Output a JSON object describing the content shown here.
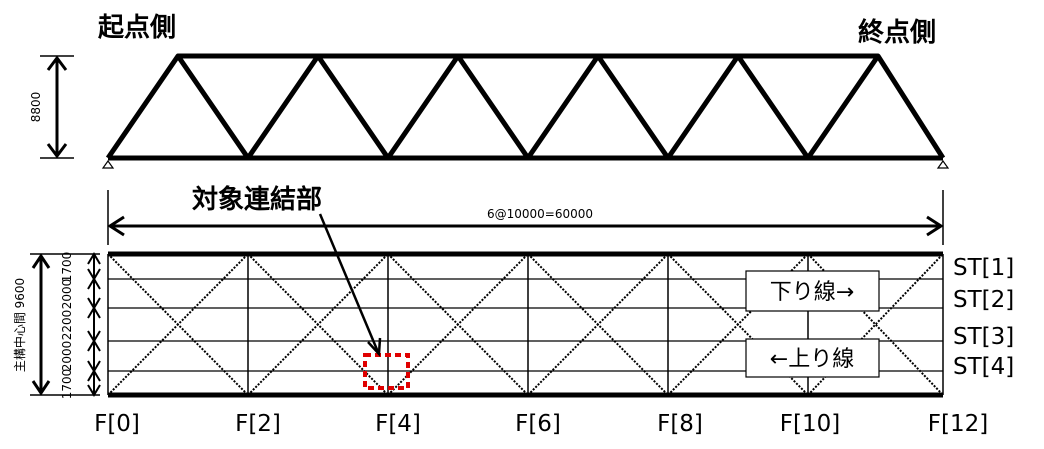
{
  "labels": {
    "start_side": "起点側",
    "end_side": "終点側",
    "target_joint": "対象連結部",
    "span": "6@10000=60000",
    "height": "8800",
    "main_girder_spacing": "主構中心間 9600",
    "downline": "下り線→",
    "upline": "←上り線"
  },
  "stringer_dims": [
    "1700",
    "2000",
    "2200",
    "2000",
    "1700"
  ],
  "stringers": [
    "ST[1]",
    "ST[2]",
    "ST[3]",
    "ST[4]"
  ],
  "floor_beams": [
    "F[0]",
    "F[2]",
    "F[4]",
    "F[6]",
    "F[8]",
    "F[10]",
    "F[12]"
  ],
  "colors": {
    "structure": "#000000",
    "highlight": "#e00000"
  }
}
